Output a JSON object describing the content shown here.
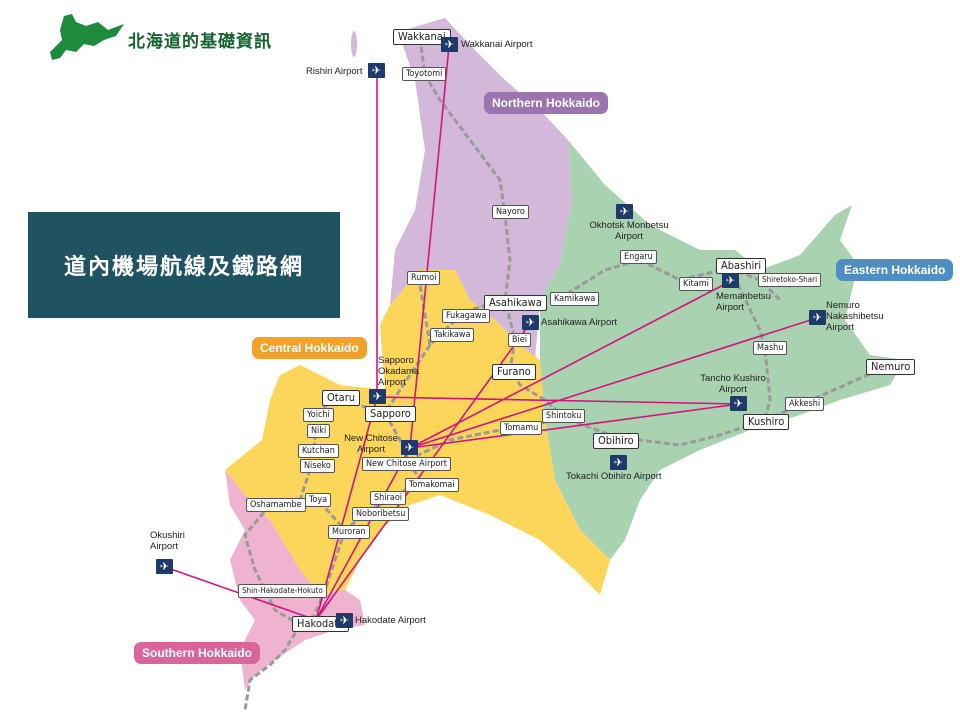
{
  "header": {
    "title": "北海道的基礎資訊"
  },
  "banner": {
    "title": "道內機場航線及鐵路網"
  },
  "regions": {
    "northern": {
      "label": "Northern Hokkaido",
      "color": "#9b74b0"
    },
    "eastern": {
      "label": "Eastern Hokkaido",
      "color": "#4d8ec7"
    },
    "central": {
      "label": "Central Hokkaido",
      "color": "#f2a22a"
    },
    "southern": {
      "label": "Southern Hokkaido",
      "color": "#d8669a"
    }
  },
  "stations": {
    "wakkanai": "Wakkanai",
    "toyotomi": "Toyotomi",
    "nayoro": "Nayoro",
    "rumoi": "Rumoi",
    "asahikawa": "Asahikawa",
    "fukagawa": "Fukagawa",
    "takikawa": "Takikawa",
    "biei": "Biei",
    "furano": "Furano",
    "kamikawa": "Kamikawa",
    "engaru": "Engaru",
    "kitami": "Kitami",
    "abashiri": "Abashiri",
    "shiretoko_shari": "Shiretoko-Shari",
    "mashu": "Mashu",
    "nemuro": "Nemuro",
    "akkeshi": "Akkeshi",
    "kushiro": "Kushiro",
    "obihiro": "Obihiro",
    "shintoku": "Shintoku",
    "tomamu": "Tomamu",
    "otaru": "Otaru",
    "sapporo": "Sapporo",
    "yoichi": "Yoichi",
    "niki": "Niki",
    "kutchan": "Kutchan",
    "niseko": "Niseko",
    "new_chitose_airport": "New Chitose Airport",
    "tomakomai": "Tomakomai",
    "shiraoi": "Shiraoi",
    "noboribetsu": "Noboribetsu",
    "muroran": "Muroran",
    "toya": "Toya",
    "oshamambe": "Oshamambe",
    "shin_hakodate_hokuto": "Shin-Hakodate-Hokuto",
    "hakodate": "Hakodate"
  },
  "airports": {
    "wakkanai": "Wakkanai Airport",
    "rishiri": "Rishiri Airport",
    "okhotsk_monbetsu": "Okhotsk Monbetsu Airport",
    "asahikawa": "Asahikawa Airport",
    "memanbetsu": "Memanbetsu Airport",
    "nemuro_nakashibetsu": "Nemuro Nakashibetsu Airport",
    "tancho_kushiro": "Tancho Kushiro Airport",
    "tokachi_obihiro": "Tokachi Obihiro Airport",
    "sapporo_okadama": "Sapporo Okadama Airport",
    "new_chitose": "New Chitose Airport",
    "okushiri": "Okushiri Airport",
    "hakodate": "Hakodate Airport"
  },
  "colors": {
    "header_green": "#15632f",
    "banner_bg": "#1f5361",
    "route_line": "#d4147e",
    "northern_fill": "#d3b8d9",
    "eastern_fill": "#a9d2b0",
    "central_fill": "#fbd65a",
    "southern_fill": "#efb2cf"
  }
}
